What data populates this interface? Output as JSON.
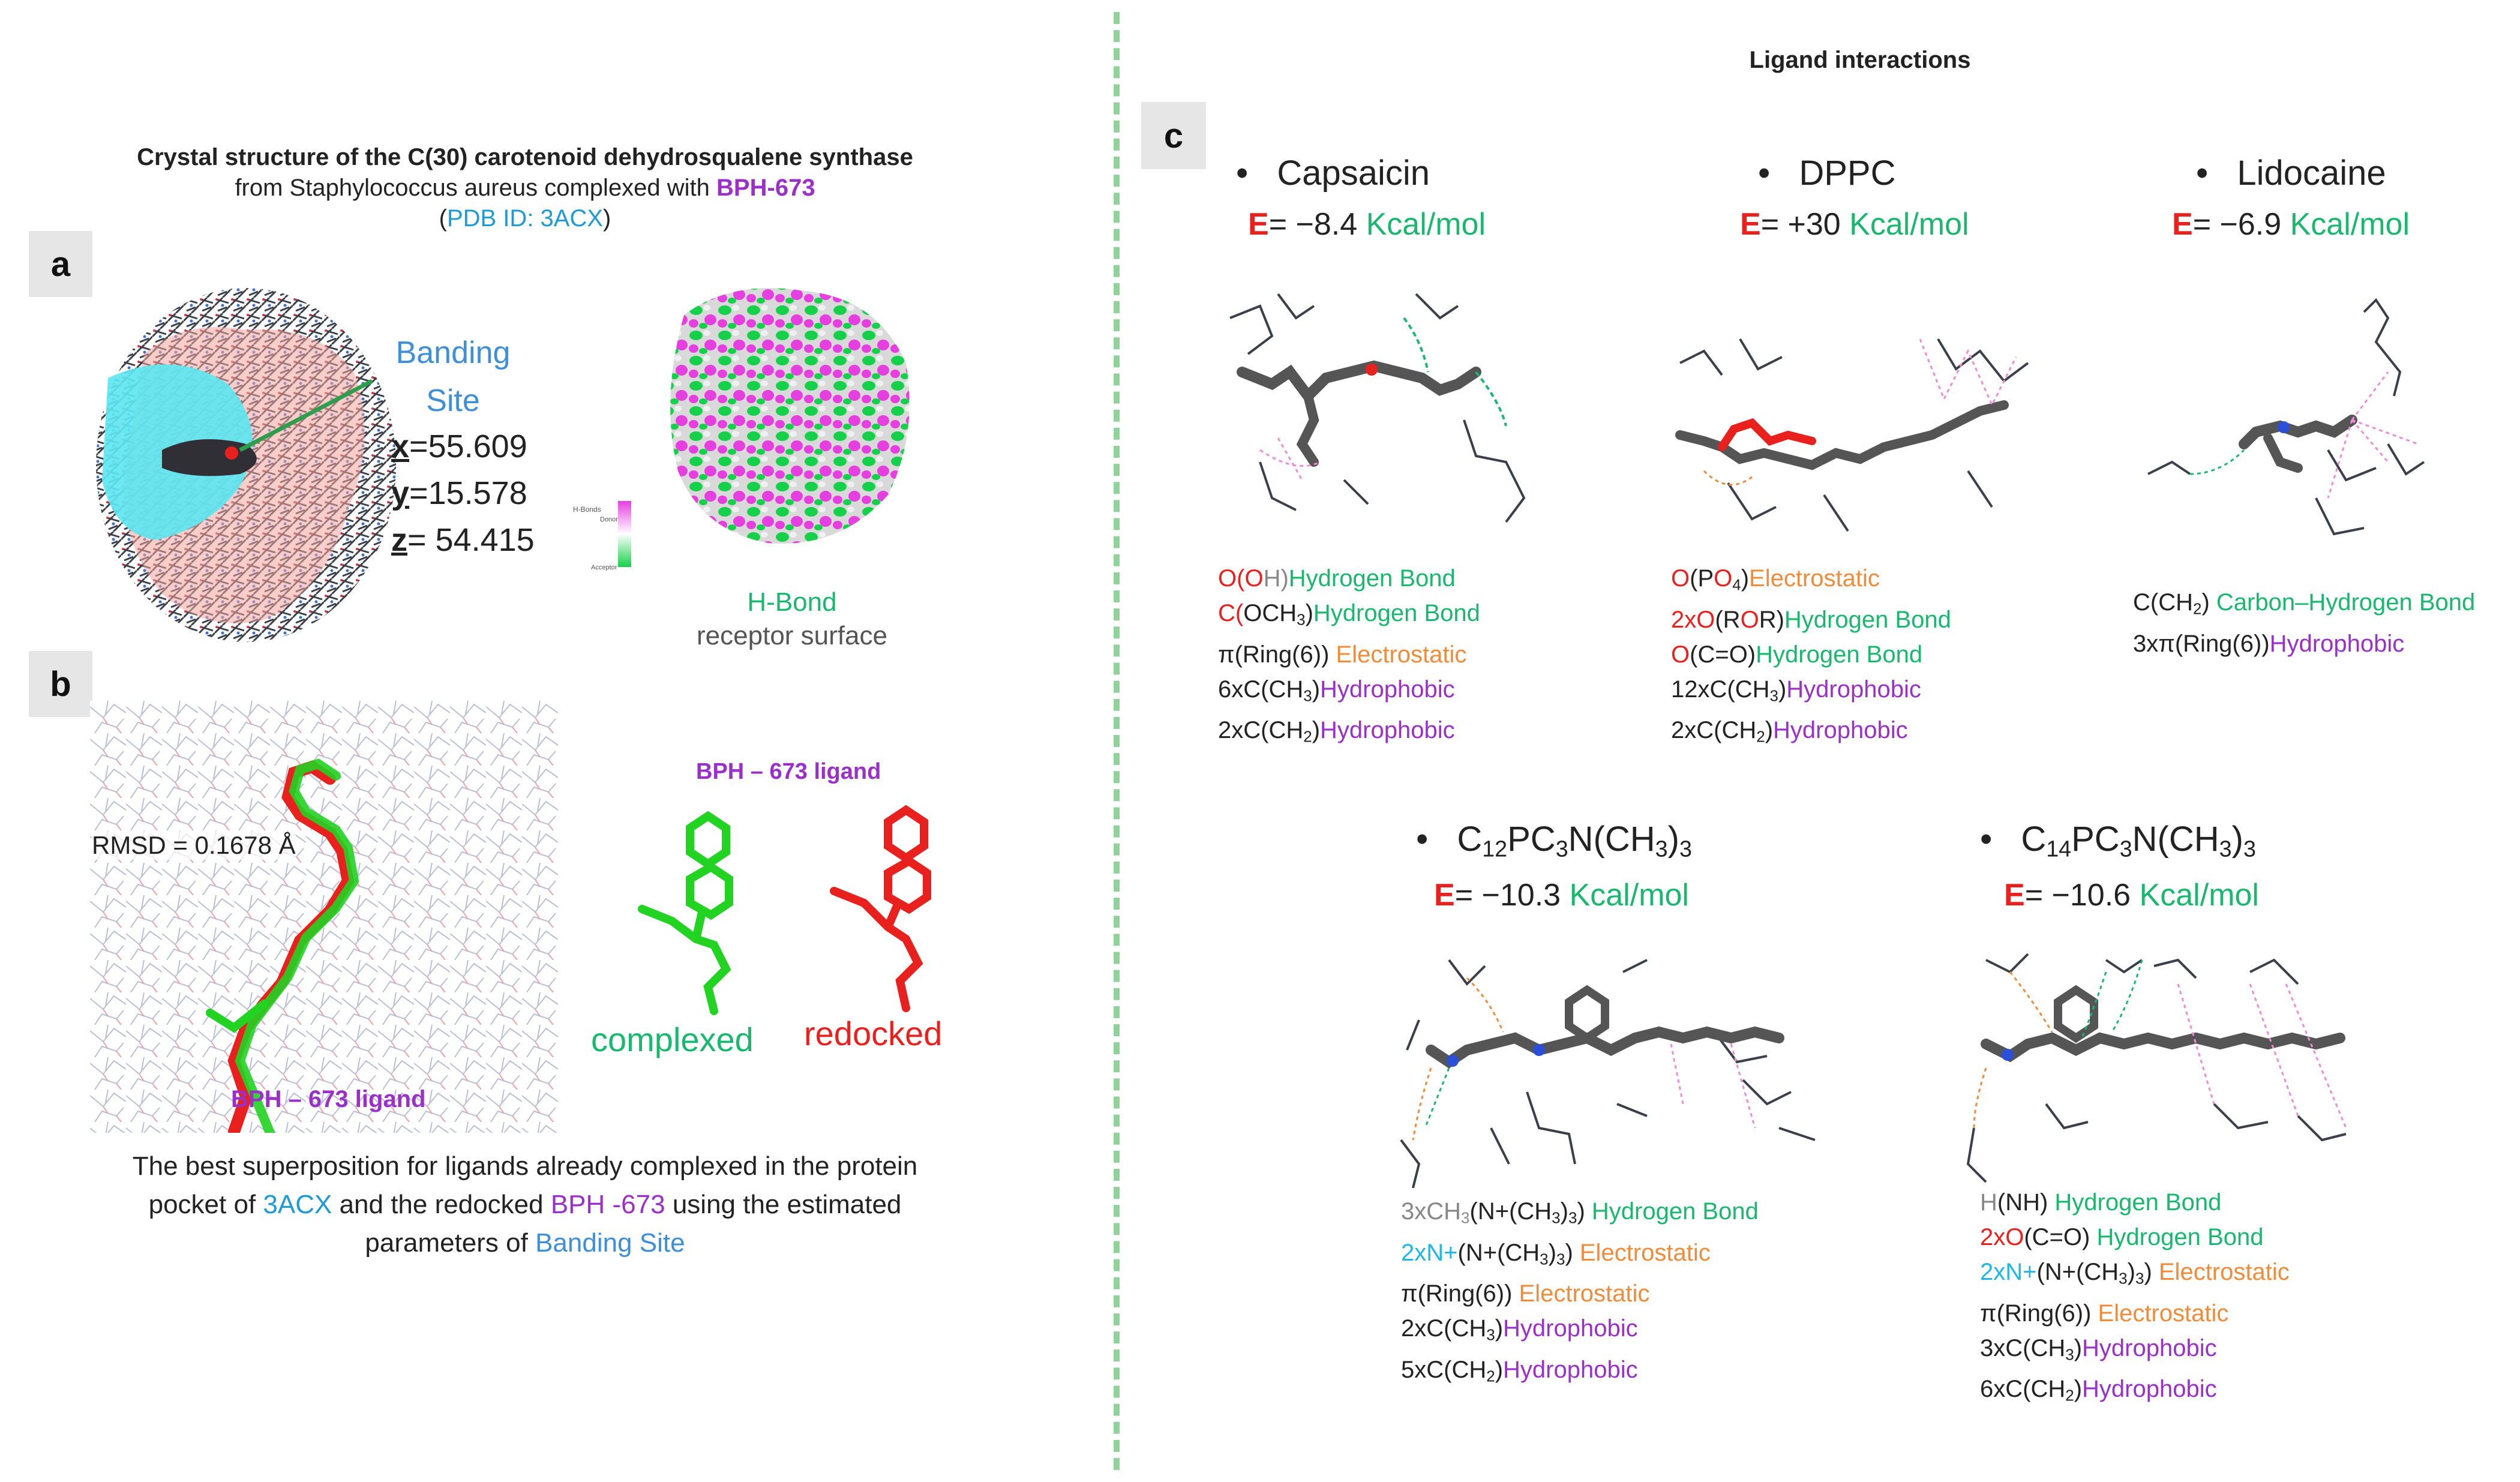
{
  "page_title": "Ligand interactions",
  "panel_labels": {
    "a": "a",
    "b": "b",
    "c": "c"
  },
  "left": {
    "title_bold": "Crystal structure of the C(30) carotenoid  dehydrosqualene synthase",
    "title_line2_prefix": "from Staphylococcus aureus complexed with ",
    "title_line2_ligand": "BPH-673",
    "pdb_open": "(",
    "pdb_id": "PDB ID: 3ACX",
    "pdb_close": ")",
    "banding_site_line1": "Banding",
    "banding_site_line2": "Site",
    "coords": [
      {
        "axis": "x",
        "value": "=55.609"
      },
      {
        "axis": "y",
        "value": "=15.578"
      },
      {
        "axis": "z",
        "value": "= 54.415"
      }
    ],
    "legend_title": "H-Bonds",
    "legend_top": "Donor",
    "legend_bottom": "Acceptor",
    "hbond_label": "H-Bond",
    "receptor_label": "receptor surface",
    "rmsd": "RMSD = 0.1678 Å",
    "overlay_caption": "BPH – 673 ligand",
    "pair_caption": "BPH – 673  ligand",
    "complexed": "complexed",
    "redocked": "redocked",
    "caption_line1": "The best superposition for ligands already complexed in the protein",
    "caption_line2_a": "pocket of ",
    "caption_line2_b": "3ACX",
    "caption_line2_c": " and the redocked ",
    "caption_line2_d": "BPH -673",
    "caption_line2_e": " using the estimated",
    "caption_line3_a": "parameters of ",
    "caption_line3_b": "Banding Site"
  },
  "ligands": [
    {
      "name": "Capsaicin",
      "e_prefix": "E",
      "e_value": "= −8.4 ",
      "e_unit": "Kcal/mol",
      "interactions": [
        [
          {
            "t": "O(",
            "c": "red"
          },
          {
            "t": "O",
            "c": "red"
          },
          {
            "t": "H)",
            "c": "grey"
          },
          {
            "t": "Hydrogen Bond",
            "c": "green"
          }
        ],
        [
          {
            "t": "C(",
            "c": "red"
          },
          {
            "t": "OCH",
            "c": "black"
          },
          {
            "t": "3",
            "c": "black",
            "sub": true
          },
          {
            "t": ")",
            "c": "black"
          },
          {
            "t": "Hydrogen Bond",
            "c": "green"
          }
        ],
        [
          {
            "t": "π(Ring(6)) ",
            "c": "black"
          },
          {
            "t": "Electrostatic",
            "c": "orange"
          }
        ],
        [
          {
            "t": "6xC(CH",
            "c": "black"
          },
          {
            "t": "3",
            "c": "black",
            "sub": true
          },
          {
            "t": ")",
            "c": "black"
          },
          {
            "t": "Hydrophobic",
            "c": "purple"
          }
        ],
        [
          {
            "t": "2xC(CH",
            "c": "black"
          },
          {
            "t": "2",
            "c": "black",
            "sub": true
          },
          {
            "t": ")",
            "c": "black"
          },
          {
            "t": "Hydrophobic",
            "c": "purple"
          }
        ]
      ]
    },
    {
      "name": "DPPC",
      "e_prefix": "E",
      "e_value": "= +30 ",
      "e_unit": "Kcal/mol",
      "interactions": [
        [
          {
            "t": "O",
            "c": "red"
          },
          {
            "t": "(P",
            "c": "black"
          },
          {
            "t": "O",
            "c": "red"
          },
          {
            "t": "4",
            "c": "black",
            "sub": true
          },
          {
            "t": ")",
            "c": "black"
          },
          {
            "t": "Electrostatic",
            "c": "orange"
          }
        ],
        [
          {
            "t": "2xO",
            "c": "red"
          },
          {
            "t": "(R",
            "c": "black"
          },
          {
            "t": "O",
            "c": "red"
          },
          {
            "t": "R)",
            "c": "black"
          },
          {
            "t": "Hydrogen Bond",
            "c": "green"
          }
        ],
        [
          {
            "t": "O",
            "c": "red"
          },
          {
            "t": "(C=O)",
            "c": "black"
          },
          {
            "t": "Hydrogen Bond",
            "c": "green"
          }
        ],
        [
          {
            "t": "12xC(CH",
            "c": "black"
          },
          {
            "t": "3",
            "c": "black",
            "sub": true
          },
          {
            "t": ")",
            "c": "black"
          },
          {
            "t": "Hydrophobic",
            "c": "purple"
          }
        ],
        [
          {
            "t": "2xC(CH",
            "c": "black"
          },
          {
            "t": "2",
            "c": "black",
            "sub": true
          },
          {
            "t": ")",
            "c": "black"
          },
          {
            "t": "Hydrophobic",
            "c": "purple"
          }
        ]
      ]
    },
    {
      "name": "Lidocaine",
      "e_prefix": "E",
      "e_value": "= −6.9 ",
      "e_unit": "Kcal/mol",
      "interactions": [
        [
          {
            "t": "C(CH",
            "c": "black"
          },
          {
            "t": "2",
            "c": "black",
            "sub": true
          },
          {
            "t": ") ",
            "c": "black"
          },
          {
            "t": "Carbon–Hydrogen Bond",
            "c": "green"
          }
        ],
        [
          {
            "t": "3xπ(Ring(6))",
            "c": "black"
          },
          {
            "t": "Hydrophobic",
            "c": "purple"
          }
        ]
      ]
    },
    {
      "name_parts": [
        {
          "t": "C",
          "sub": false
        },
        {
          "t": "12",
          "sub": true
        },
        {
          "t": "PC",
          "sub": false
        },
        {
          "t": "3",
          "sub": true
        },
        {
          "t": "N(CH",
          "sub": false
        },
        {
          "t": "3",
          "sub": true
        },
        {
          "t": ")",
          "sub": false
        },
        {
          "t": "3",
          "sub": true
        }
      ],
      "e_prefix": "E",
      "e_value": "= −10.3 ",
      "e_unit": "Kcal/mol",
      "interactions": [
        [
          {
            "t": "3xCH",
            "c": "grey"
          },
          {
            "t": "3",
            "c": "grey",
            "sub": true
          },
          {
            "t": "(N+(CH",
            "c": "black"
          },
          {
            "t": "3",
            "c": "black",
            "sub": true
          },
          {
            "t": ")",
            "c": "black"
          },
          {
            "t": "3",
            "c": "black",
            "sub": true
          },
          {
            "t": ") ",
            "c": "black"
          },
          {
            "t": "Hydrogen Bond",
            "c": "green"
          }
        ],
        [
          {
            "t": "2xN+",
            "c": "cyan"
          },
          {
            "t": "(N+(CH",
            "c": "black"
          },
          {
            "t": "3",
            "c": "black",
            "sub": true
          },
          {
            "t": ")",
            "c": "black"
          },
          {
            "t": "3",
            "c": "black",
            "sub": true
          },
          {
            "t": ") ",
            "c": "black"
          },
          {
            "t": "Electrostatic",
            "c": "orange"
          }
        ],
        [
          {
            "t": "π(Ring(6)) ",
            "c": "black"
          },
          {
            "t": "Electrostatic",
            "c": "orange"
          }
        ],
        [
          {
            "t": "2xC(CH",
            "c": "black"
          },
          {
            "t": "3",
            "c": "black",
            "sub": true
          },
          {
            "t": ")",
            "c": "black"
          },
          {
            "t": "Hydrophobic",
            "c": "purple"
          }
        ],
        [
          {
            "t": "5xC(CH",
            "c": "black"
          },
          {
            "t": "2",
            "c": "black",
            "sub": true
          },
          {
            "t": ")",
            "c": "black"
          },
          {
            "t": "Hydrophobic",
            "c": "purple"
          }
        ]
      ]
    },
    {
      "name_parts": [
        {
          "t": "C",
          "sub": false
        },
        {
          "t": "14",
          "sub": true
        },
        {
          "t": "PC",
          "sub": false
        },
        {
          "t": "3",
          "sub": true
        },
        {
          "t": "N(CH",
          "sub": false
        },
        {
          "t": "3",
          "sub": true
        },
        {
          "t": ")",
          "sub": false
        },
        {
          "t": "3",
          "sub": true
        }
      ],
      "e_prefix": "E",
      "e_value": "= −10.6 ",
      "e_unit": "Kcal/mol",
      "interactions": [
        [
          {
            "t": "H",
            "c": "grey"
          },
          {
            "t": "(NH) ",
            "c": "black"
          },
          {
            "t": "Hydrogen Bond",
            "c": "green"
          }
        ],
        [
          {
            "t": "2xO",
            "c": "red"
          },
          {
            "t": "(C=O) ",
            "c": "black"
          },
          {
            "t": "Hydrogen Bond",
            "c": "green"
          }
        ],
        [
          {
            "t": "2xN+",
            "c": "cyan"
          },
          {
            "t": "(N+(CH",
            "c": "black"
          },
          {
            "t": "3",
            "c": "black",
            "sub": true
          },
          {
            "t": ")",
            "c": "black"
          },
          {
            "t": "3",
            "c": "black",
            "sub": true
          },
          {
            "t": ") ",
            "c": "black"
          },
          {
            "t": "Electrostatic",
            "c": "orange"
          }
        ],
        [
          {
            "t": "π(Ring(6)) ",
            "c": "black"
          },
          {
            "t": "Electrostatic",
            "c": "orange"
          }
        ],
        [
          {
            "t": "3xC(CH",
            "c": "black"
          },
          {
            "t": "3",
            "c": "black",
            "sub": true
          },
          {
            "t": ")",
            "c": "black"
          },
          {
            "t": "Hydrophobic",
            "c": "purple"
          }
        ],
        [
          {
            "t": "6xC(CH",
            "c": "black"
          },
          {
            "t": "2",
            "c": "black",
            "sub": true
          },
          {
            "t": ")",
            "c": "black"
          },
          {
            "t": "Hydrophobic",
            "c": "purple"
          }
        ]
      ]
    }
  ],
  "colors": {
    "divider": "#8fd39a",
    "green": "#19b86e",
    "red": "#e8201e",
    "orange": "#f08b3a",
    "purple": "#9b30c8",
    "blue": "#1e9bd7",
    "cyan_surface": "#5ee6f0",
    "salmon": "#f2a6a0"
  }
}
